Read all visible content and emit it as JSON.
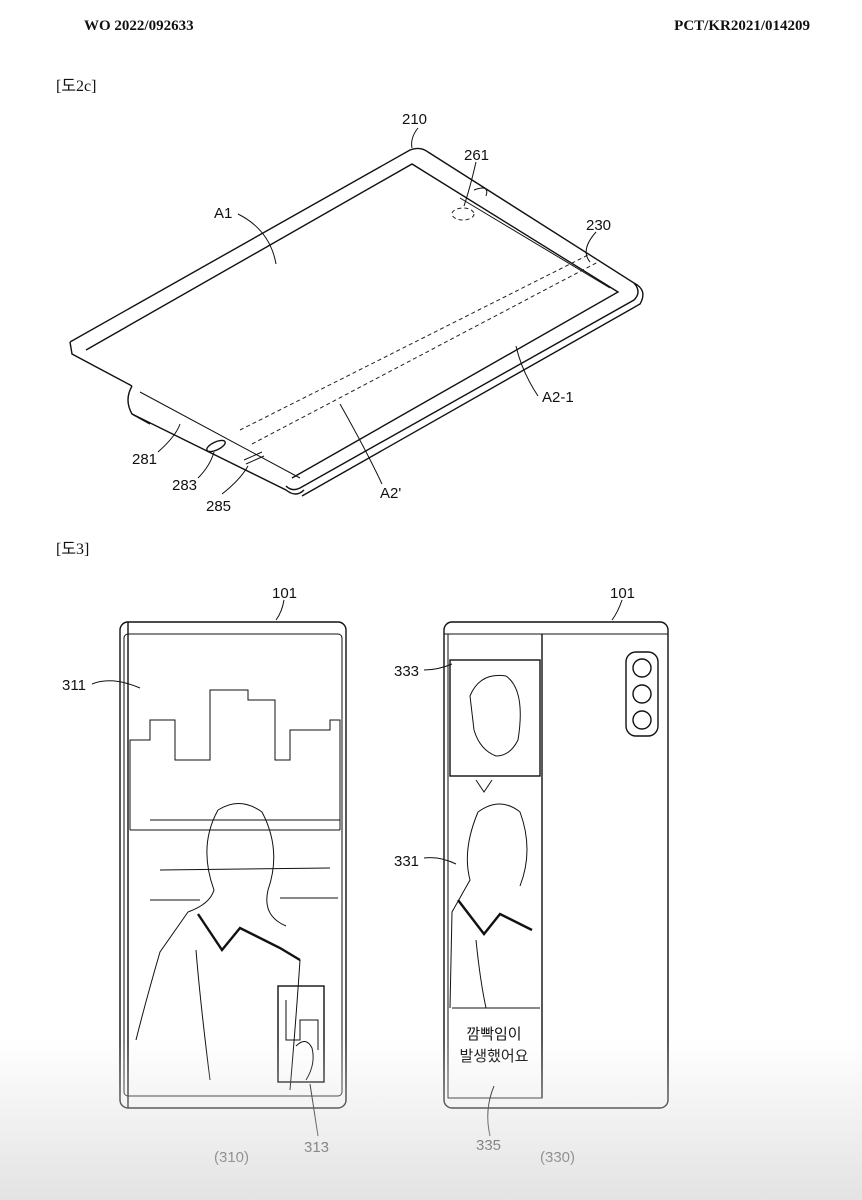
{
  "header": {
    "publication_number": "WO 2022/092633",
    "application_number": "PCT/KR2021/014209"
  },
  "figures": [
    {
      "label": "[도2c]",
      "refs": [
        "210",
        "261",
        "230",
        "A1",
        "A2-1",
        "281",
        "283",
        "285",
        "A2'"
      ]
    },
    {
      "label": "[도3]",
      "refs": [
        "101",
        "101",
        "311",
        "313",
        "333",
        "331",
        "335",
        "(310)",
        "(330)"
      ],
      "notification_text": [
        "깜빡임이",
        "발생했어요"
      ]
    }
  ]
}
